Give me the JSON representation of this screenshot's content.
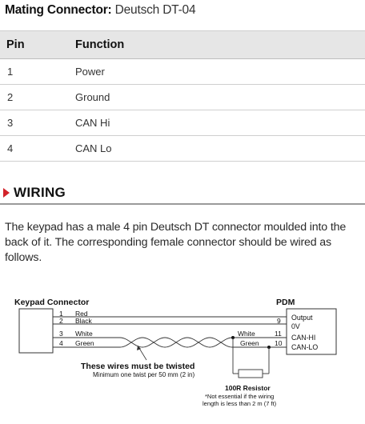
{
  "mating": {
    "label": "Mating Connector:",
    "value": "Deutsch DT-04"
  },
  "table": {
    "headers": {
      "pin": "Pin",
      "function": "Function"
    },
    "rows": [
      {
        "pin": "1",
        "function": "Power"
      },
      {
        "pin": "2",
        "function": "Ground"
      },
      {
        "pin": "3",
        "function": "CAN Hi"
      },
      {
        "pin": "4",
        "function": "CAN Lo"
      }
    ]
  },
  "wiring": {
    "heading": "WIRING",
    "paragraph": "The keypad has a male 4 pin Deutsch DT connector moulded into the back of it. The corresponding female connector should be wired as follows."
  },
  "diagram": {
    "keypad_label": "Keypad Connector",
    "pdm_label": "PDM",
    "keypad_pins": [
      {
        "num": "1",
        "wire": "Red"
      },
      {
        "num": "2",
        "wire": "Black"
      },
      {
        "num": "3",
        "wire": "White"
      },
      {
        "num": "4",
        "wire": "Green"
      }
    ],
    "pdm_pins": [
      {
        "num": "9",
        "name": "Output"
      },
      {
        "num": "",
        "name": "0V"
      },
      {
        "num": "11",
        "name": "CAN-HI"
      },
      {
        "num": "10",
        "name": "CAN-LO"
      }
    ],
    "pdm_wire_white": "White",
    "pdm_wire_green": "Green",
    "twist_title": "These wires must be twisted",
    "twist_sub": "Minimum one twist per 50 mm (2 in)",
    "resistor_title": "100R Resistor",
    "resistor_note_1": "*Not essential if the wiring",
    "resistor_note_2": "length is less than 2 m (7 ft)"
  }
}
